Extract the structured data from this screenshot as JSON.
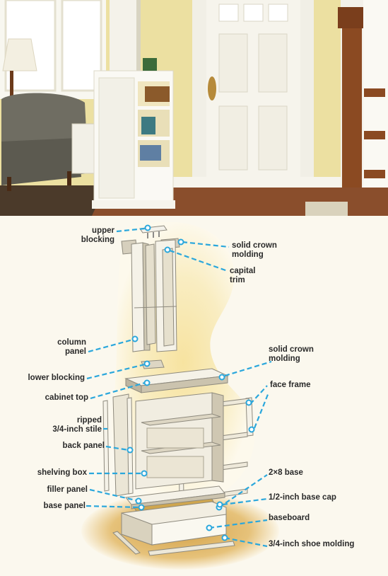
{
  "labels": {
    "upper_blocking": "upper\nblocking",
    "solid_crown_molding_top": "solid crown\nmolding",
    "capital_trim": "capital\ntrim",
    "column_panel": "column\npanel",
    "solid_crown_molding_mid": "solid crown\nmolding",
    "lower_blocking": "lower blocking",
    "face_frame": "face frame",
    "cabinet_top": "cabinet top",
    "ripped_stile": "ripped\n3/4-inch stile",
    "back_panel": "back panel",
    "shelving_box": "shelving box",
    "two_by_eight_base": "2×8 base",
    "filler_panel": "filler panel",
    "half_inch_base_cap": "1/2-inch base cap",
    "base_panel": "base panel",
    "baseboard": "baseboard",
    "shoe_molding": "3/4-inch shoe molding"
  },
  "colors": {
    "leader": "#2aa7dc",
    "glow": "#f6e6a6",
    "wall": "#efe3a0",
    "floor": "#8a4e2c",
    "trim": "#ffffff"
  }
}
